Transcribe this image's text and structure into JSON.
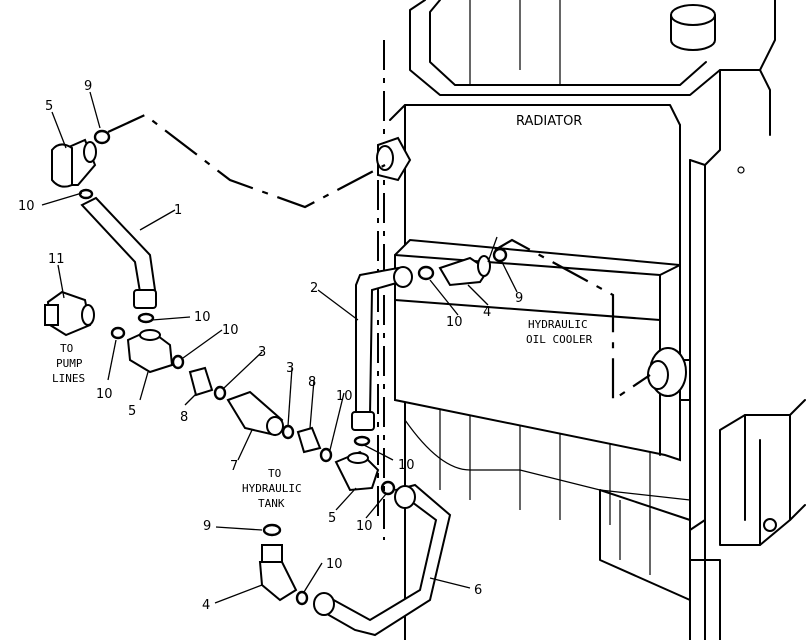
{
  "text_labels": {
    "radiator": "RADIATOR",
    "cooler_line1": "HYDRAULIC",
    "cooler_line2": "OIL COOLER",
    "pump_line1": "TO",
    "pump_line2": "PUMP",
    "pump_line3": "LINES",
    "tank_line1": "TO",
    "tank_line2": "HYDRAULIC",
    "tank_line3": "TANK"
  },
  "callouts": {
    "c1": "1",
    "c2": "2",
    "c3a": "3",
    "c3b": "3",
    "c4a": "4",
    "c4b": "4",
    "c5a": "5",
    "c5b": "5",
    "c5c": "5",
    "c6": "6",
    "c7": "7",
    "c8a": "8",
    "c8b": "8",
    "c9a": "9",
    "c9b": "9",
    "c9c": "9",
    "c10a": "10",
    "c10b": "10",
    "c10c": "10",
    "c10d": "10",
    "c10e": "10",
    "c10f": "10",
    "c10g": "10",
    "c10h": "10",
    "c10i": "10",
    "c11": "11"
  }
}
